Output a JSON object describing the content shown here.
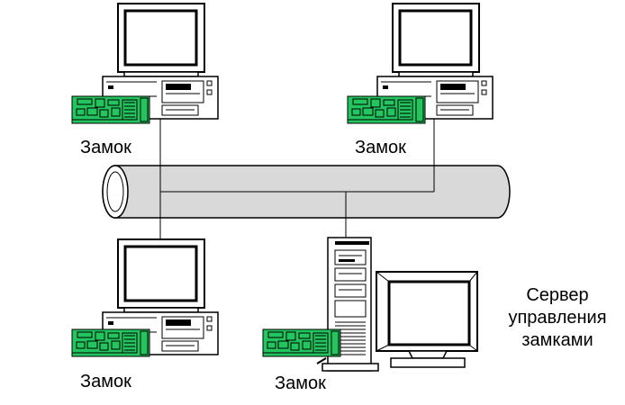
{
  "labels": {
    "lock_top_left": "Замок",
    "lock_top_right": "Замок",
    "lock_bottom_left": "Замок",
    "lock_bottom_right": "Замок"
  },
  "server": {
    "label_lines": [
      "Сервер",
      "управления",
      "замками"
    ]
  },
  "colors": {
    "board": "#22c55e",
    "line": "#000000",
    "background": "#ffffff"
  }
}
